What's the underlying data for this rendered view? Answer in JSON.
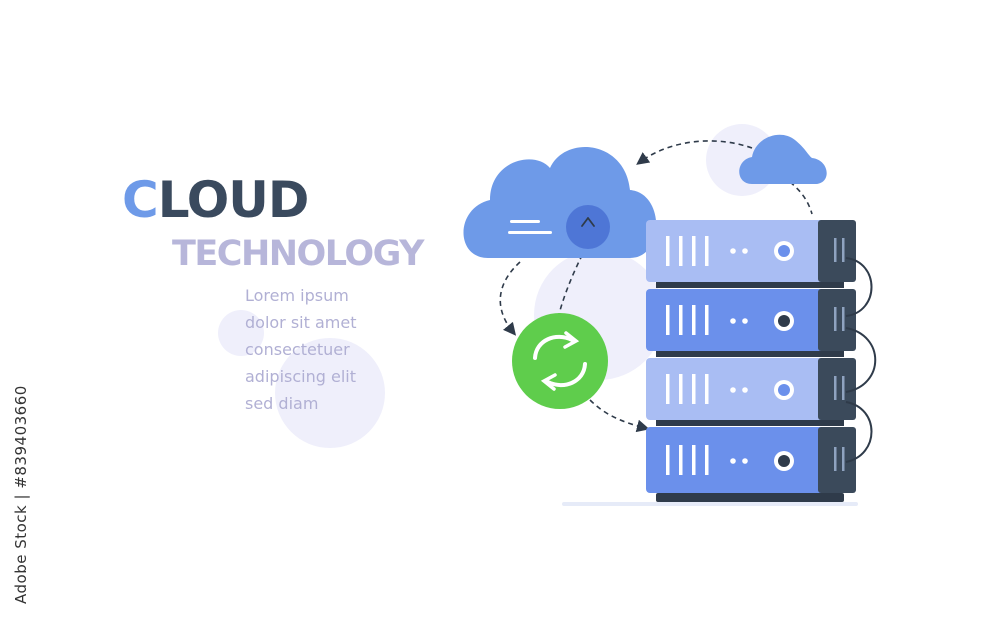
{
  "headline": {
    "first_letter": "C",
    "rest": "LOUD",
    "subtitle": "TECHNOLOGY"
  },
  "body_lines": [
    "Lorem ipsum",
    "dolor sit amet",
    "consectetuer",
    "adipiscing elit",
    "sed diam"
  ],
  "stock_id": "839403660",
  "icons": [
    "cloud-icon",
    "small-cloud-icon",
    "server-rack-icon",
    "sync-arrows-icon",
    "upload-arrow-icon"
  ],
  "colors": {
    "cloud_blue": "#6e9ae8",
    "server_light": "#a9bdf3",
    "server_dark": "#6b90eb",
    "rack_dark": "#3b4a5b",
    "sync_green": "#5fcd4c",
    "heading_dark": "#3a4a5e",
    "heading_light": "#b7b6da",
    "body_text": "#b1b0d4",
    "blob": "#eeeefa"
  }
}
